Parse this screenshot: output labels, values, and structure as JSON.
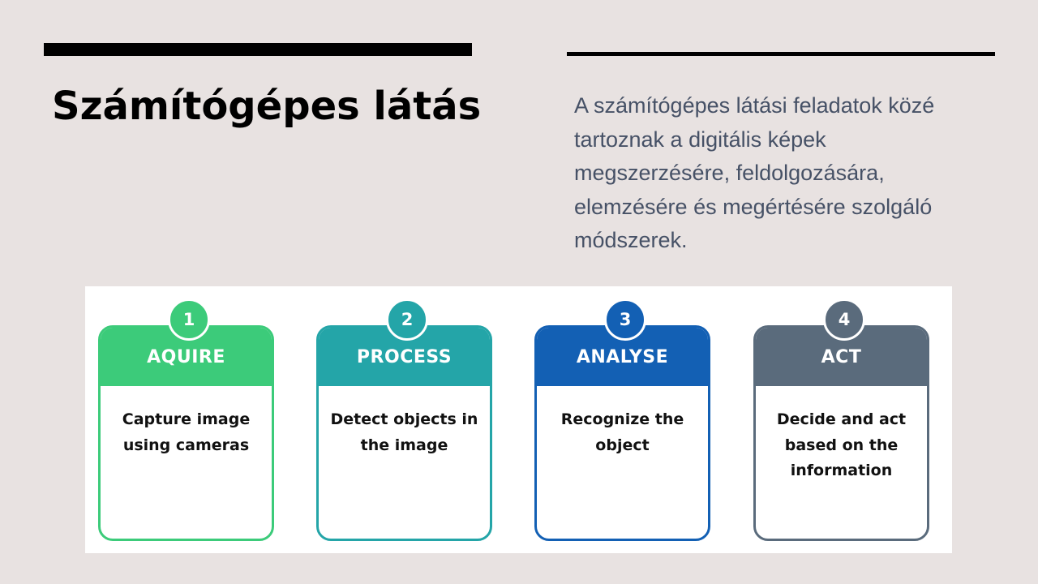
{
  "slide": {
    "title": "Számítógépes látás",
    "description": "A számítógépes látási feladatok közé tartoznak a digitális képek megszerzésére, feldolgozására, elemzésére és megértésére szolgáló módszerek."
  },
  "steps": [
    {
      "number": "1",
      "title": "AQUIRE",
      "text": "Capture image using cameras",
      "color": "#3ccb7a"
    },
    {
      "number": "2",
      "title": "PROCESS",
      "text": "Detect objects in the image",
      "color": "#24a5a8"
    },
    {
      "number": "3",
      "title": "ANALYSE",
      "text": "Recognize the object",
      "color": "#1360b4"
    },
    {
      "number": "4",
      "title": "ACT",
      "text": "Decide and act based on the information",
      "color": "#5a6b7c"
    }
  ]
}
